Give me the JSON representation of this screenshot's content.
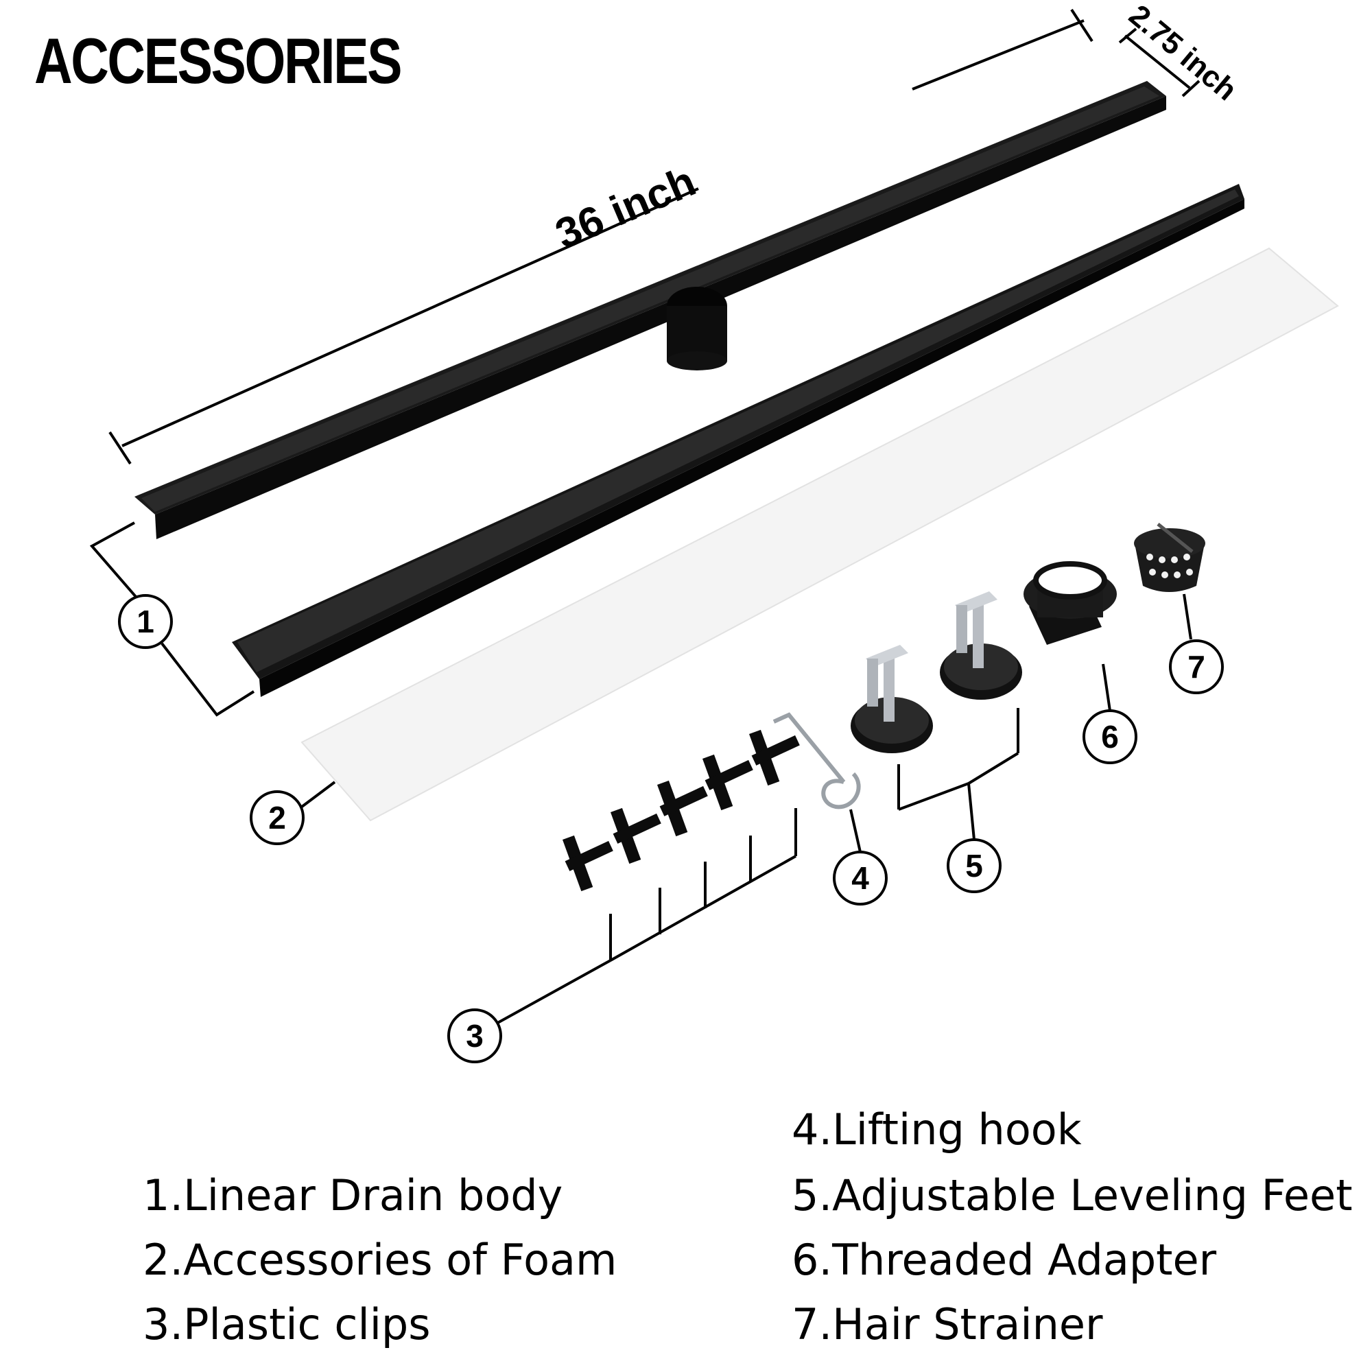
{
  "title": "ACCESSORIES",
  "dimensions": {
    "length": "36 inch",
    "width": "2.75 inch"
  },
  "callouts": [
    "1",
    "2",
    "3",
    "4",
    "5",
    "6",
    "7"
  ],
  "legend": {
    "left": [
      "1.Linear Drain body",
      "2.Accessories of Foam",
      "3.Plastic clips"
    ],
    "right": [
      "4.Lifting hook",
      "5.Adjustable Leveling Feet",
      "6.Threaded Adapter",
      "7.Hair Strainer"
    ]
  },
  "colors": {
    "drain": "#0e0e0e",
    "foam": "#f7f7f7",
    "metal": "#b8bcc2"
  }
}
